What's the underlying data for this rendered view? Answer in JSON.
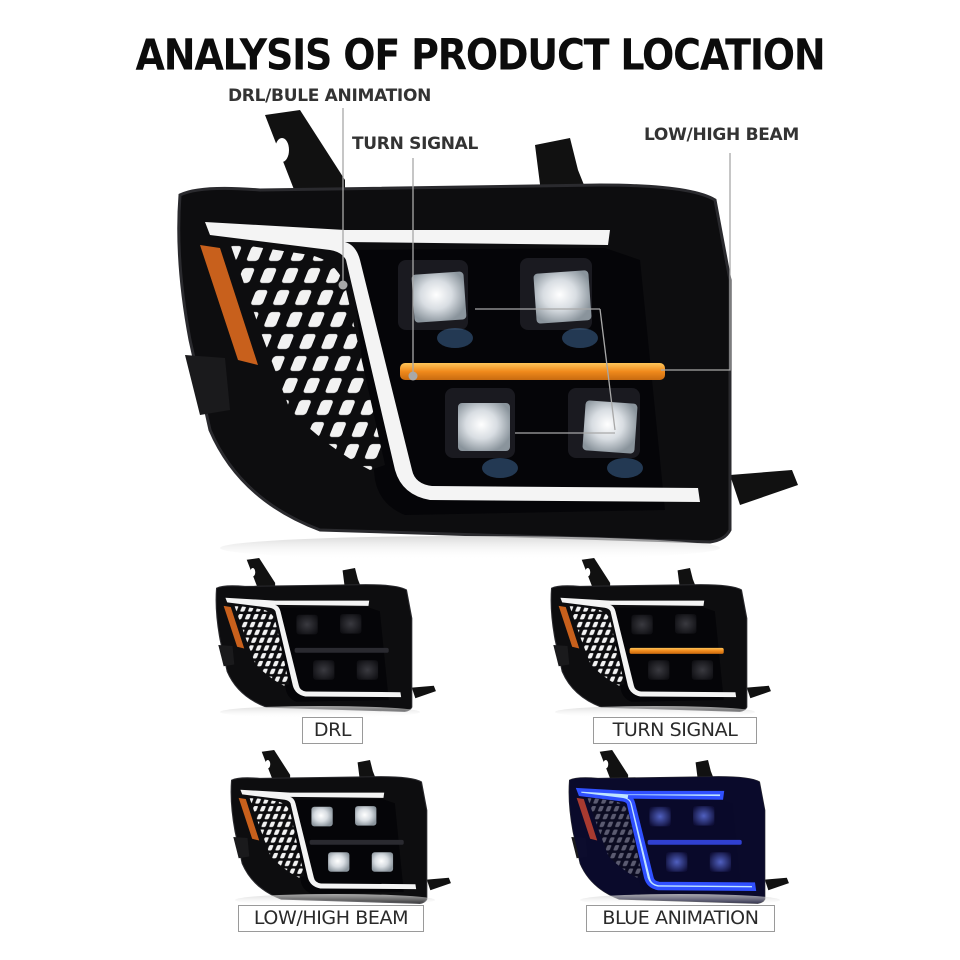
{
  "title": "ANALYSIS OF PRODUCT LOCATION",
  "callouts": [
    {
      "id": "drl",
      "label": "DRL/BULE ANIMATION"
    },
    {
      "id": "turn",
      "label": "TURN SIGNAL"
    },
    {
      "id": "beam",
      "label": "LOW/HIGH BEAM"
    }
  ],
  "modes": [
    {
      "label": "DRL",
      "state": "drl"
    },
    {
      "label": "TURN SIGNAL",
      "state": "turn"
    },
    {
      "label": "LOW/HIGH BEAM",
      "state": "beam"
    },
    {
      "label": "BLUE ANIMATION",
      "state": "blue"
    }
  ],
  "colors": {
    "drl_white": "#f4f4f4",
    "turn_amber": "#f0a030",
    "side_marker": "#c8601c",
    "housing": "#0d0d0f",
    "blue_glow": "#3050ff",
    "callout_line": "#a8a8a8"
  }
}
